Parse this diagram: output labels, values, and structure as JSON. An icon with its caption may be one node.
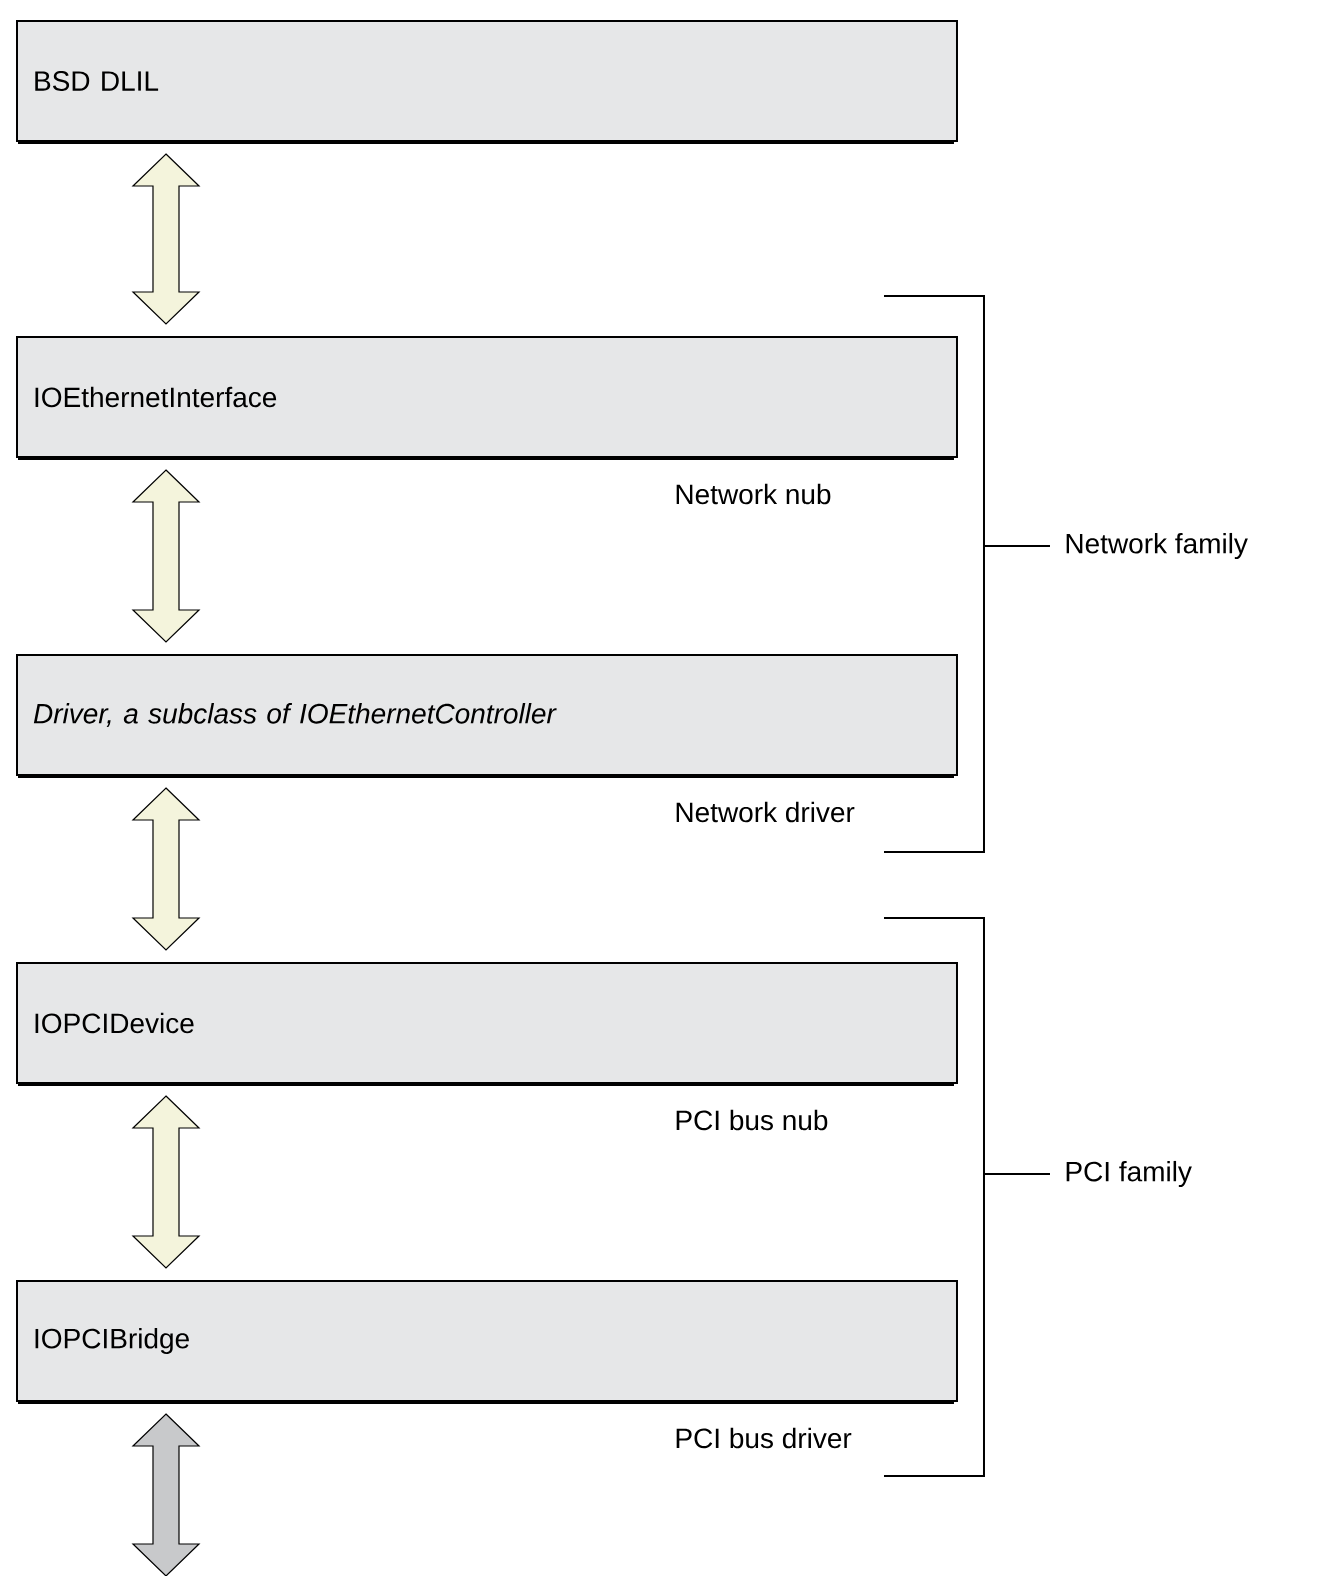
{
  "diagram": {
    "nodes": [
      {
        "text": [
          "BSD DLIL"
        ]
      },
      {
        "text": [
          "IOEthernetInterface"
        ],
        "beside": [
          "Network nub"
        ]
      },
      {
        "text": [
          "Driver, a subclass of IOEthernetController"
        ],
        "beside": [
          "Network driver"
        ]
      },
      {
        "text": [
          "IOPCIDevice"
        ],
        "beside": [
          "PCI bus nub"
        ]
      },
      {
        "text": [
          "IOPCIBridge"
        ],
        "beside": [
          "PCI bus driver"
        ]
      }
    ],
    "edges": [
      {
        "from": 0,
        "to": 1,
        "arrow": "both"
      },
      {
        "from": 1,
        "to": 2,
        "arrow": "both"
      },
      {
        "from": 2,
        "to": 3,
        "arrow": "both"
      },
      {
        "from": 3,
        "to": 4,
        "arrow": "both"
      },
      {
        "from": 4,
        "to": null,
        "arrow": "both",
        "color": "#c8c9cb"
      }
    ],
    "labels": [
      "Network family",
      "PCI family"
    ]
  }
}
